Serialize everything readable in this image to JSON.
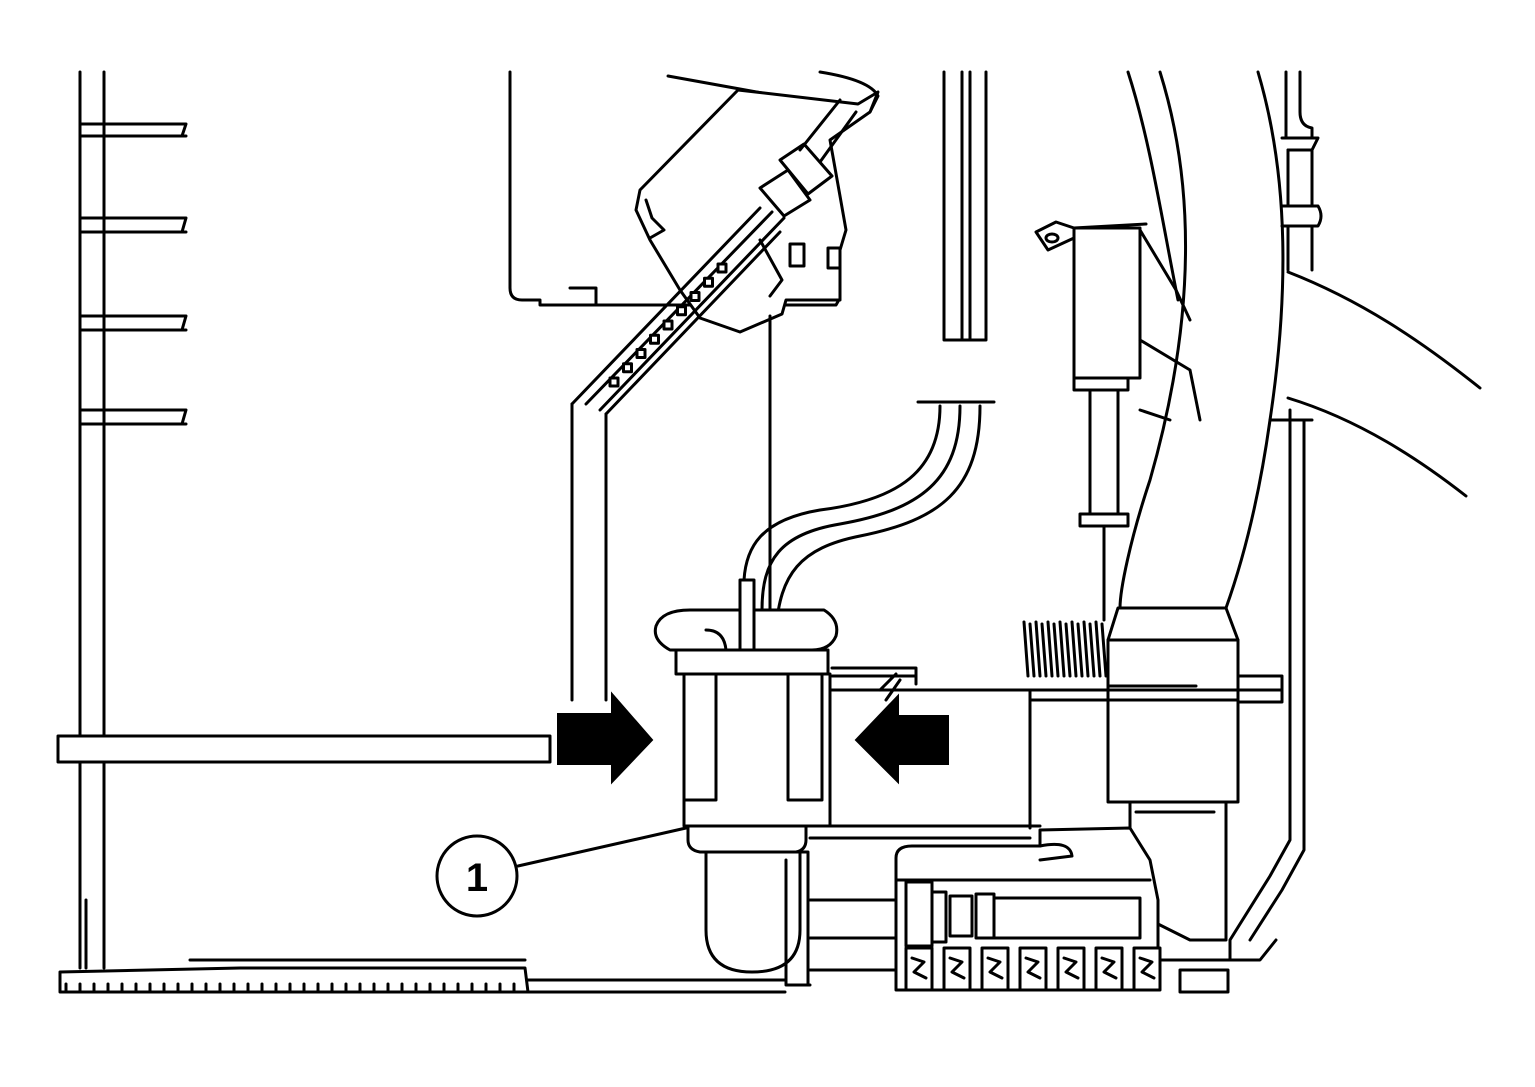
{
  "callout": {
    "label": "1"
  },
  "arrows": [
    {
      "name": "arrow-right",
      "direction": "right"
    },
    {
      "name": "arrow-left",
      "direction": "left"
    }
  ],
  "colors": {
    "line": "#000000",
    "background": "#ffffff",
    "arrow_fill": "#000000"
  }
}
